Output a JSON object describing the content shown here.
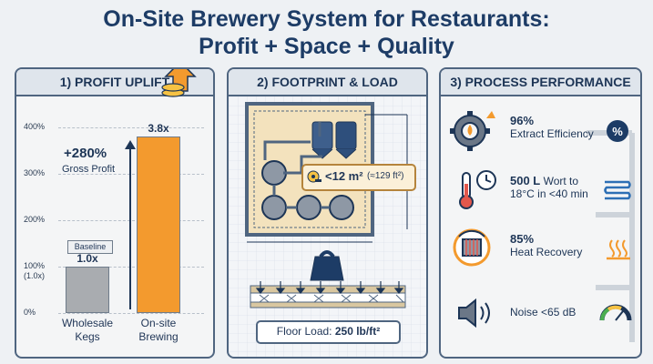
{
  "title_line1": "On-Site Brewery System for Restaurants:",
  "title_line2": "Profit + Space + Quality",
  "panel1": {
    "header": "1) PROFIT UPLIFT",
    "uplift_value": "+280%",
    "uplift_label": "Gross Profit",
    "baseline_label": "Baseline"
  },
  "panel2": {
    "header": "2) FOOTPRINT & LOAD",
    "footprint_main": "<12 m²",
    "footprint_sub": "(≈129 ft²)",
    "floor_load_label": "Floor Load:",
    "floor_load_value": "250 lb/ft²"
  },
  "panel3": {
    "header": "3) PROCESS PERFORMANCE",
    "metrics": [
      {
        "value": "96%",
        "label": "Extract Efficiency"
      },
      {
        "value": "500 L",
        "label": "Wort to"
      },
      {
        "value": "85%",
        "label": "Heat Recovery"
      },
      {
        "value": "",
        "label": "Noise <65 dB"
      }
    ],
    "wort_line2": "18°C in <40 min"
  },
  "chart_data": {
    "type": "bar",
    "categories": [
      "Wholesale Kegs",
      "On-site Brewing"
    ],
    "values": [
      1.0,
      3.8
    ],
    "value_labels": [
      "1.0x",
      "3.8x"
    ],
    "y_ticks": [
      "0%",
      "100%\n(1.0x)",
      "200%",
      "300%",
      "400%"
    ],
    "y_tick_values": [
      0,
      1,
      2,
      3,
      4
    ],
    "ylim": [
      0,
      4
    ],
    "colors": [
      "#a9acb0",
      "#f39a2e"
    ],
    "grid": true
  },
  "colors": {
    "navy": "#1d3c66",
    "orange": "#f39a2e",
    "gray": "#a9acb0",
    "blue_accent": "#2d6fb5"
  }
}
